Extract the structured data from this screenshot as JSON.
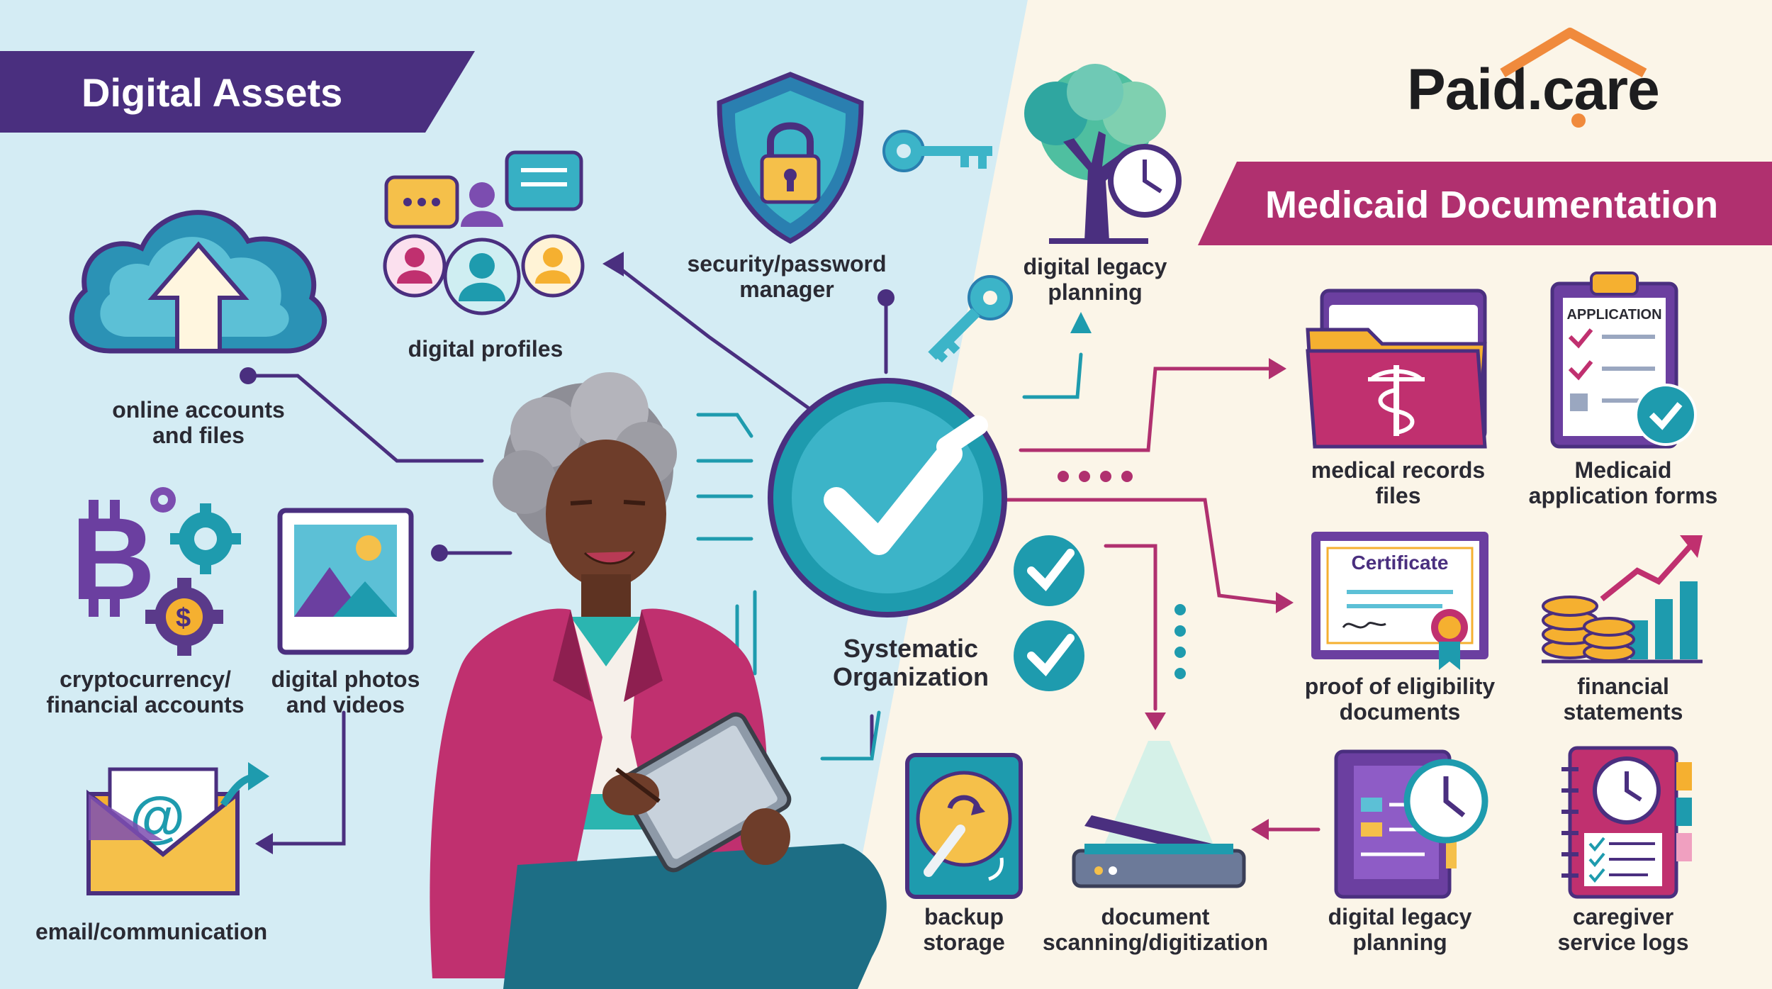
{
  "brand": {
    "name_part1": "Paid",
    "name_part2": ".care"
  },
  "left_section": {
    "title": "Digital Assets"
  },
  "right_section": {
    "title": "Medicaid Documentation"
  },
  "center": {
    "label_line1": "Systematic",
    "label_line2": "Organization"
  },
  "digital_assets": [
    {
      "id": "online-accounts",
      "line1": "online accounts",
      "line2": "and files",
      "icon": "cloud-upload-icon"
    },
    {
      "id": "digital-profiles",
      "line1": "digital profiles",
      "line2": "",
      "icon": "profiles-icon"
    },
    {
      "id": "security-manager",
      "line1": "security/password",
      "line2": "manager",
      "icon": "shield-lock-icon"
    },
    {
      "id": "legacy-top",
      "line1": "digital legacy",
      "line2": "planning",
      "icon": "tree-clock-icon"
    },
    {
      "id": "crypto",
      "line1": "cryptocurrency/",
      "line2": "financial accounts",
      "icon": "bitcoin-gears-icon"
    },
    {
      "id": "photos",
      "line1": "digital photos",
      "line2": "and videos",
      "icon": "photo-icon"
    },
    {
      "id": "email",
      "line1": "email/communication",
      "line2": "",
      "icon": "email-icon"
    }
  ],
  "medicaid_docs": [
    {
      "id": "medical-records",
      "line1": "medical records",
      "line2": "files",
      "icon": "medical-folder-icon"
    },
    {
      "id": "application-forms",
      "line1": "Medicaid",
      "line2": "application forms",
      "icon": "clipboard-icon",
      "clipboard_text": "APPLICATION"
    },
    {
      "id": "eligibility",
      "line1": "proof of eligibility",
      "line2": "documents",
      "icon": "certificate-icon",
      "certificate_text": "Certificate"
    },
    {
      "id": "financial-statements",
      "line1": "financial",
      "line2": "statements",
      "icon": "coins-chart-icon"
    },
    {
      "id": "backup",
      "line1": "backup",
      "line2": "storage",
      "icon": "hard-drive-icon"
    },
    {
      "id": "scanning",
      "line1": "document",
      "line2": "scanning/digitization",
      "icon": "scanner-icon"
    },
    {
      "id": "legacy-bottom",
      "line1": "digital legacy",
      "line2": "planning",
      "icon": "notebook-clock-icon"
    },
    {
      "id": "caregiver-logs",
      "line1": "caregiver",
      "line2": "service logs",
      "icon": "planner-clock-icon"
    }
  ],
  "colors": {
    "bg_left": "#d4ecf4",
    "bg_right": "#fbf5e8",
    "purple": "#4a2f7f",
    "magenta": "#b0306f",
    "teal": "#1e9bae",
    "brand_orange": "#f08a3c"
  }
}
